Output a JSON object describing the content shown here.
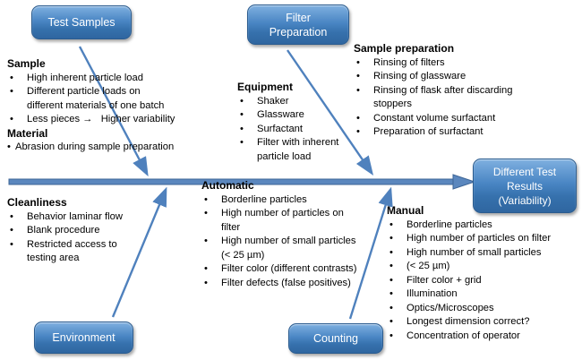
{
  "colors": {
    "background": "#ffffff",
    "text": "#000000",
    "node_fill_top": "#7fb0e0",
    "node_fill_bottom": "#2f66a0",
    "node_border": "#2b5c8f",
    "node_text": "#ffffff",
    "arrow": "#4f81bd",
    "spine_fill": "#5b87be",
    "spine_border": "#3e6596"
  },
  "nodes": {
    "test_samples": {
      "label": "Test Samples"
    },
    "filter_preparation": {
      "label": "Filter Preparation"
    },
    "different_test_results": {
      "label": "Different Test Results (Variability)"
    },
    "environment": {
      "label": "Environment"
    },
    "counting": {
      "label": "Counting"
    }
  },
  "cause_groups": [
    {
      "name": "sample",
      "sections": [
        {
          "heading": "Sample",
          "bullet_style": "wide",
          "items": [
            "High inherent particle load",
            "Different particle loads on\ndifferent materials of one batch",
            "Less pieces →   Higher variability"
          ]
        },
        {
          "heading": "Material",
          "bullet_style": "tight",
          "items": [
            "Abrasion during sample preparation"
          ]
        }
      ]
    },
    {
      "name": "equipment",
      "sections": [
        {
          "heading": "Equipment",
          "bullet_style": "wide",
          "items": [
            "Shaker",
            "Glassware",
            "Surfactant",
            "Filter with inherent\nparticle load"
          ]
        }
      ]
    },
    {
      "name": "sample-preparation",
      "sections": [
        {
          "heading": "Sample preparation",
          "bullet_style": "wide",
          "items": [
            "Rinsing of filters",
            "Rinsing of glassware",
            "Rinsing of flask after discarding\nstoppers",
            "Constant volume surfactant",
            "Preparation of surfactant"
          ]
        }
      ]
    },
    {
      "name": "cleanliness",
      "sections": [
        {
          "heading": "Cleanliness",
          "bullet_style": "wide",
          "items": [
            "Behavior laminar flow",
            "Blank procedure",
            "Restricted access to\ntesting area"
          ]
        }
      ]
    },
    {
      "name": "automatic",
      "sections": [
        {
          "heading": "Automatic",
          "bullet_style": "wide",
          "items": [
            "Borderline particles",
            "High number of particles on\nfilter",
            "High number of small particles\n(< 25 µm)",
            "Filter color (different contrasts)",
            "Filter defects (false positives)"
          ]
        }
      ]
    },
    {
      "name": "manual",
      "sections": [
        {
          "heading": "Manual",
          "bullet_style": "wide",
          "items": [
            "Borderline particles",
            "High number of particles on filter",
            "High number of small particles",
            "(< 25 µm)",
            "Filter color + grid",
            "Illumination",
            "Optics/Microscopes",
            "Longest dimension correct?",
            "Concentration of operator"
          ]
        }
      ]
    }
  ]
}
